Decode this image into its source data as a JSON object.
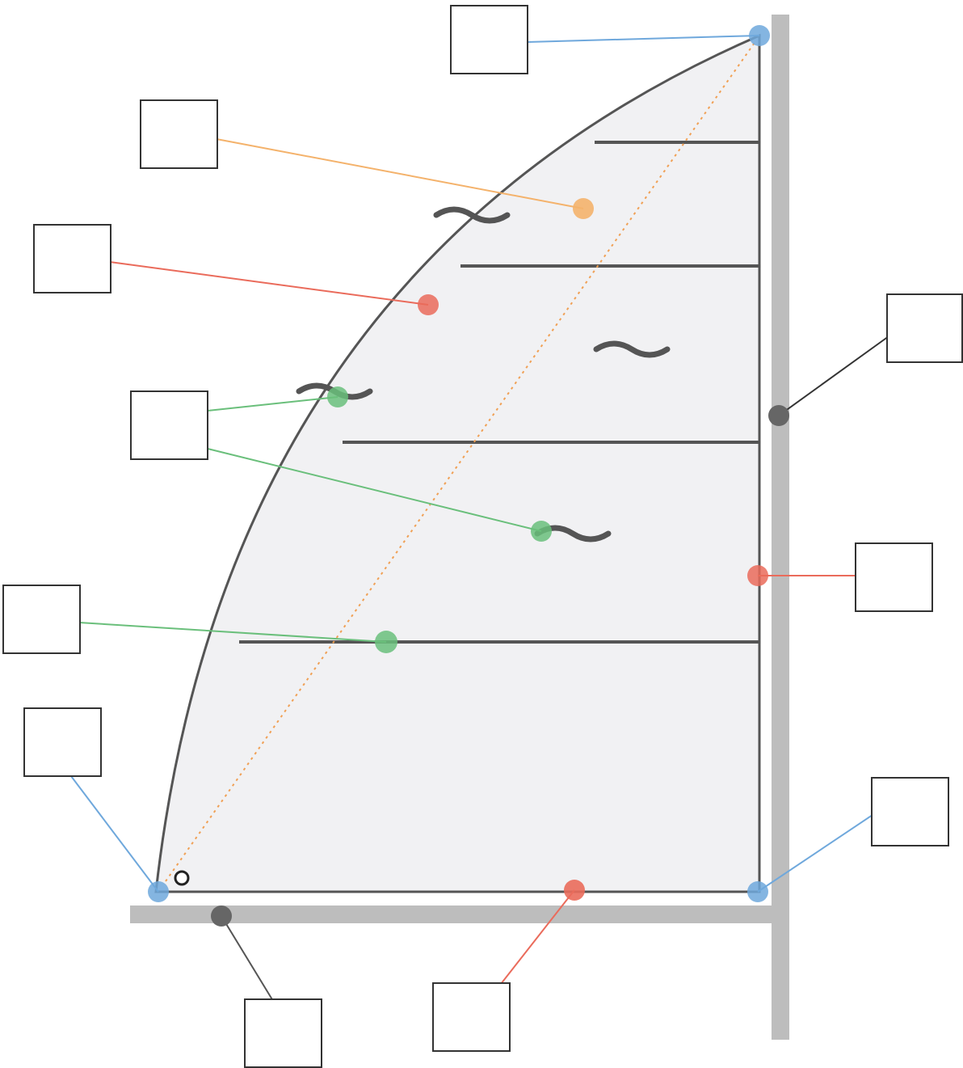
{
  "colors": {
    "background": "#ffffff",
    "sail_fill": "#f1f1f3",
    "sail_stroke": "#555555",
    "spar": "#bdbdbd",
    "blue": "#6fa8dc",
    "orange": "#f4b26b",
    "red": "#ea6b5b",
    "green": "#6abf7b",
    "dark": "#666666",
    "label_box_border": "#333333"
  },
  "labels": [
    {
      "id": "head",
      "text": "",
      "color": "blue"
    },
    {
      "id": "leech-line",
      "text": "",
      "color": "orange"
    },
    {
      "id": "leech",
      "text": "",
      "color": "red"
    },
    {
      "id": "telltales",
      "text": "",
      "color": "green"
    },
    {
      "id": "batten",
      "text": "",
      "color": "green"
    },
    {
      "id": "clew",
      "text": "",
      "color": "blue"
    },
    {
      "id": "boom",
      "text": "",
      "color": "dark"
    },
    {
      "id": "foot",
      "text": "",
      "color": "red"
    },
    {
      "id": "tack",
      "text": "",
      "color": "blue"
    },
    {
      "id": "luff",
      "text": "",
      "color": "red"
    },
    {
      "id": "mast",
      "text": "",
      "color": "dark"
    }
  ]
}
